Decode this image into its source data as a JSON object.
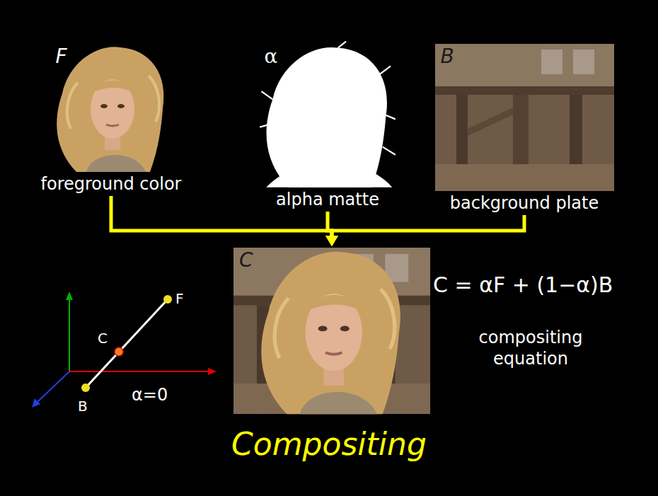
{
  "diagram": {
    "title": "Compositing",
    "nodes": [
      {
        "text": [
          "F",
          "foreground color"
        ]
      },
      {
        "text": [
          "α",
          "alpha matte"
        ]
      },
      {
        "text": [
          "B",
          "background plate"
        ]
      },
      {
        "text": [
          "C"
        ]
      }
    ],
    "edges": [
      {
        "from": 0,
        "to": 3,
        "arrow": "to"
      },
      {
        "from": 1,
        "to": 3,
        "arrow": "to"
      },
      {
        "from": 2,
        "to": 3,
        "arrow": "to"
      }
    ],
    "labels": [
      "F",
      "C",
      "B",
      "α=0",
      "C = αF + (1−α)B",
      "compositing equation"
    ]
  }
}
